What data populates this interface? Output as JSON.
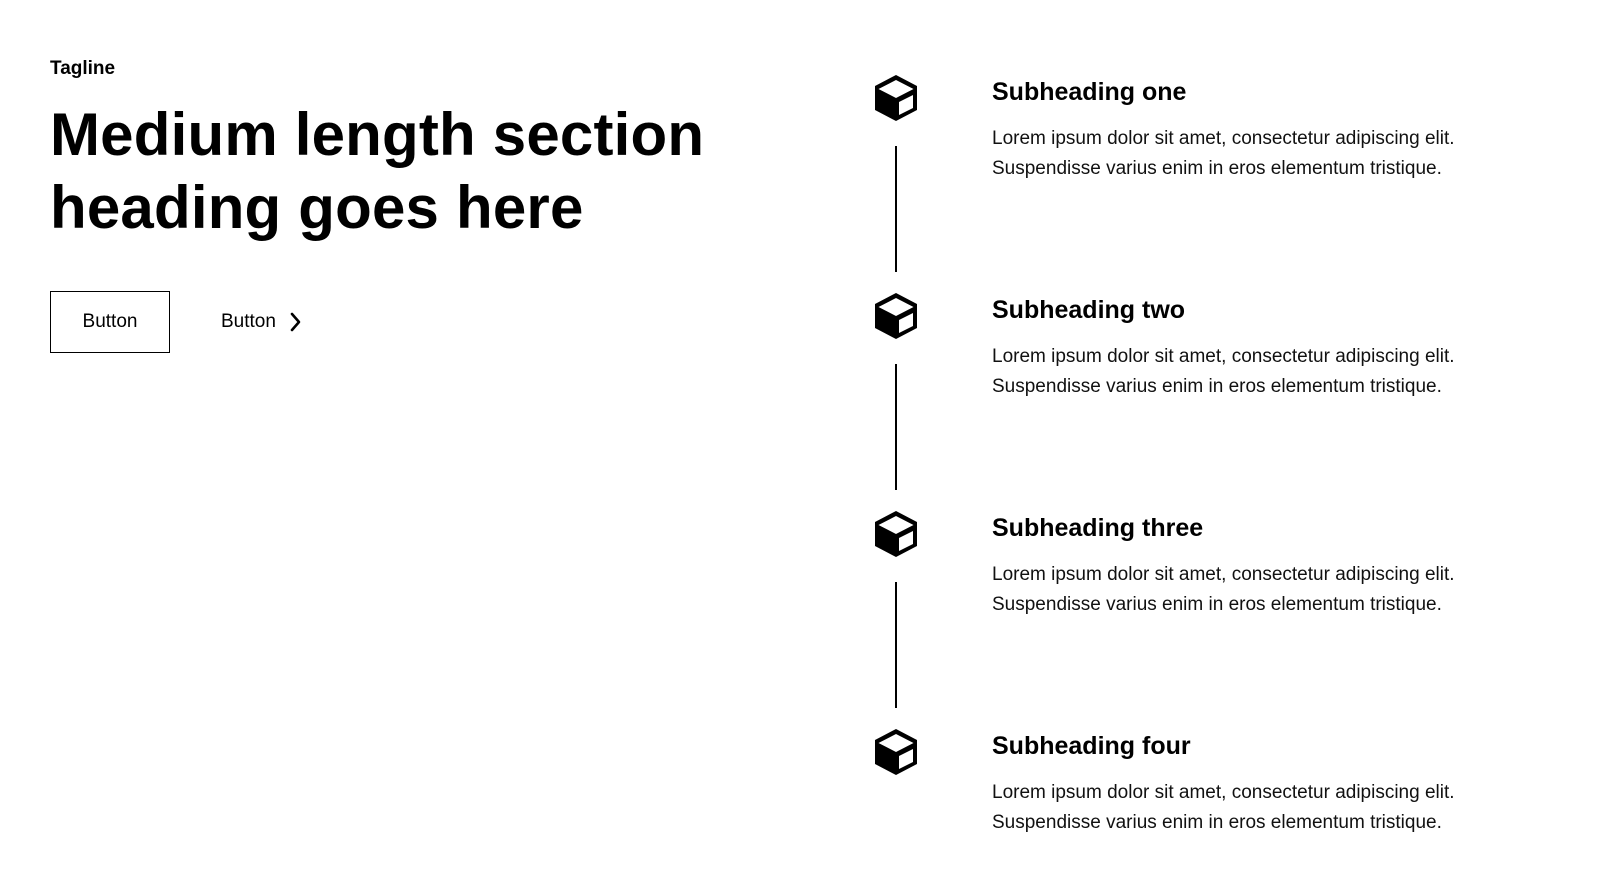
{
  "hero": {
    "tagline": "Tagline",
    "heading_line1": "Medium length section",
    "heading_line2": "heading goes here"
  },
  "actions": {
    "primary_label": "Button",
    "link_label": "Button",
    "link_icon": "chevron-right-icon"
  },
  "timeline": {
    "icon": "cube-icon",
    "steps": [
      {
        "title": "Subheading one",
        "line1": "Lorem ipsum dolor sit amet, consectetur adipiscing elit.",
        "line2": "Suspendisse varius enim in eros elementum tristique."
      },
      {
        "title": "Subheading two",
        "line1": "Lorem ipsum dolor sit amet, consectetur adipiscing elit.",
        "line2": "Suspendisse varius enim in eros elementum tristique."
      },
      {
        "title": "Subheading three",
        "line1": "Lorem ipsum dolor sit amet, consectetur adipiscing elit.",
        "line2": "Suspendisse varius enim in eros elementum tristique."
      },
      {
        "title": "Subheading four",
        "line1": "Lorem ipsum dolor sit amet, consectetur adipiscing elit.",
        "line2": "Suspendisse varius enim in eros elementum tristique."
      }
    ]
  }
}
